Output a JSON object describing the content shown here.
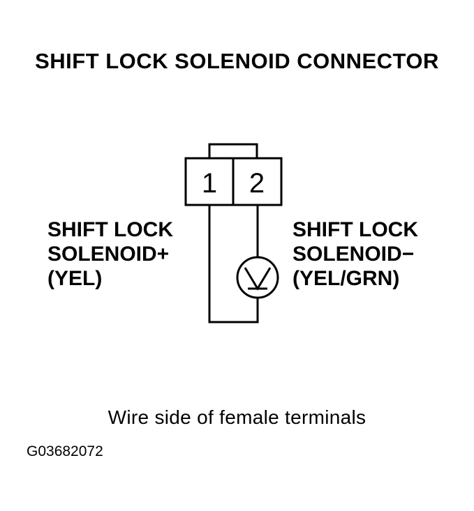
{
  "title": "SHIFT LOCK SOLENOID CONNECTOR",
  "connector": {
    "pins": [
      "1",
      "2"
    ]
  },
  "left_label": {
    "line1": "SHIFT LOCK",
    "line2": "SOLENOID+",
    "line3": "(YEL)"
  },
  "right_label": {
    "line1": "SHIFT LOCK",
    "line2": "SOLENOID−",
    "line3": "(YEL/GRN)"
  },
  "caption": "Wire side of female terminals",
  "figure_code": "G03682072"
}
